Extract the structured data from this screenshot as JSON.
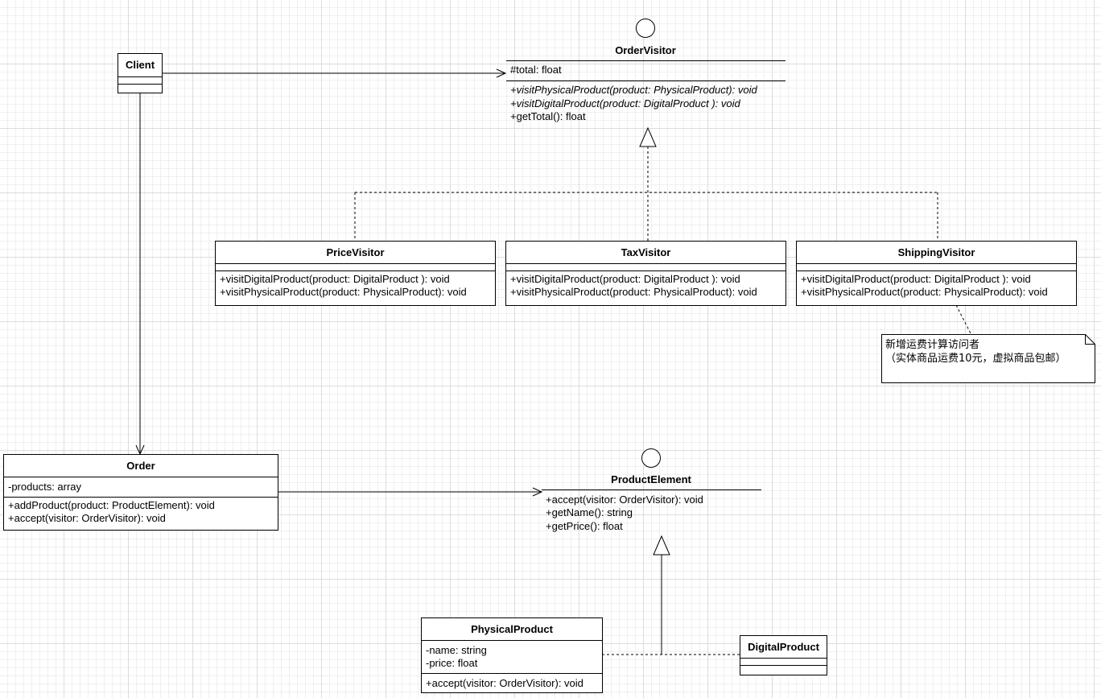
{
  "classes": {
    "client": {
      "name": "Client"
    },
    "order_visitor": {
      "name": "OrderVisitor",
      "attributes": [
        "#total: float"
      ],
      "methods": [
        "+visitPhysicalProduct(product: PhysicalProduct): void",
        "+visitDigitalProduct(product: DigitalProduct ): void",
        "+getTotal(): float"
      ]
    },
    "price_visitor": {
      "name": "PriceVisitor",
      "methods": [
        "+visitDigitalProduct(product: DigitalProduct ): void",
        "+visitPhysicalProduct(product: PhysicalProduct): void"
      ]
    },
    "tax_visitor": {
      "name": "TaxVisitor",
      "methods": [
        "+visitDigitalProduct(product: DigitalProduct ): void",
        "+visitPhysicalProduct(product: PhysicalProduct): void"
      ]
    },
    "shipping_visitor": {
      "name": "ShippingVisitor",
      "methods": [
        "+visitDigitalProduct(product: DigitalProduct ): void",
        "+visitPhysicalProduct(product: PhysicalProduct): void"
      ]
    },
    "order": {
      "name": "Order",
      "attributes": [
        "-products: array"
      ],
      "methods": [
        "+addProduct(product: ProductElement): void",
        "+accept(visitor: OrderVisitor): void"
      ]
    },
    "product_element": {
      "name": "ProductElement",
      "methods": [
        "+accept(visitor: OrderVisitor): void",
        "+getName(): string",
        "+getPrice(): float"
      ]
    },
    "physical_product": {
      "name": "PhysicalProduct",
      "attributes": [
        "-name: string",
        "-price: float"
      ],
      "methods": [
        "+accept(visitor: OrderVisitor): void"
      ]
    },
    "digital_product": {
      "name": "DigitalProduct"
    }
  },
  "note": {
    "lines": [
      "新增运费计算访问者",
      "（实体商品运费10元，虚拟商品包邮）"
    ]
  }
}
